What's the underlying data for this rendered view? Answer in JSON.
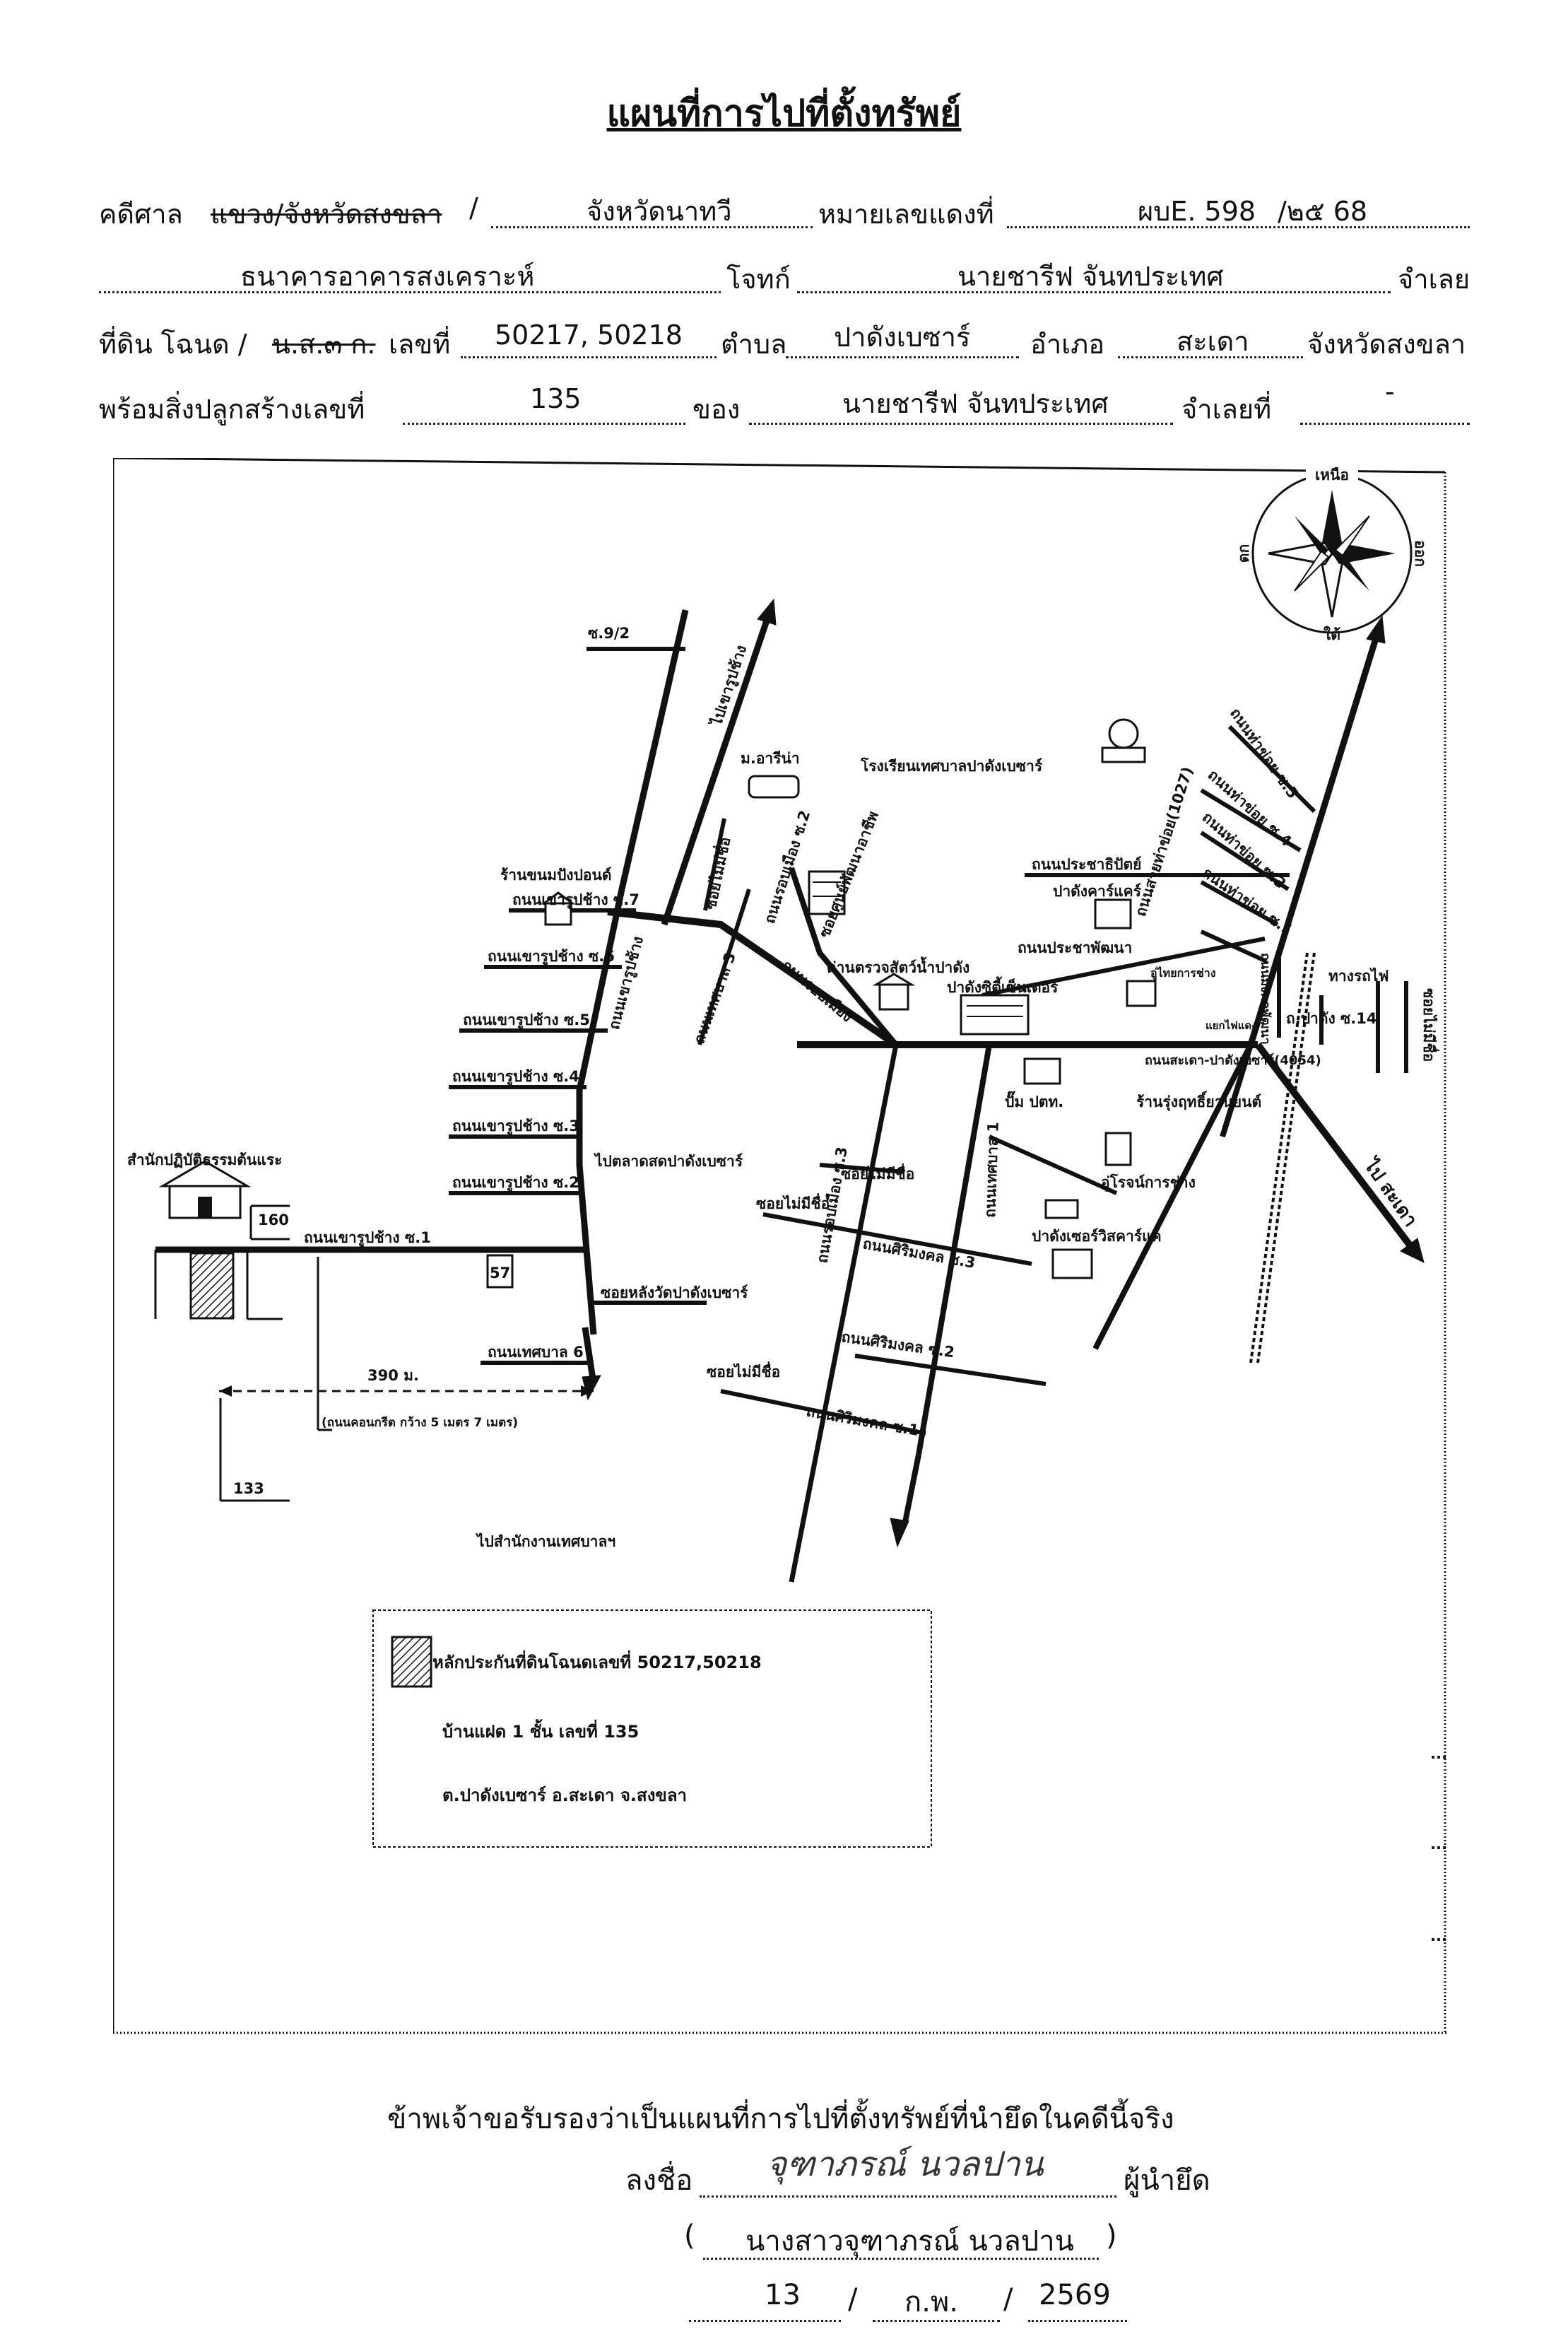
{
  "title": "แผนที่การไปที่ตั้งทรัพย์",
  "header": {
    "court_label": "คดีศาล",
    "court_struck": "แขวง/จังหวัดสงขลา",
    "slash": "/",
    "court_value": "จังหวัดนาทวี",
    "red_case_label": "หมายเลขแดงที่",
    "red_case_value": "ผบE. 598",
    "red_case_year": "/๒๕ 68",
    "plaintiff_value": "ธนาคารอาคารสงเคราะห์",
    "plaintiff_label": "โจทก์",
    "defendant_value": "นายชารีฟ จันทประเทศ",
    "defendant_label": "จำเลย",
    "land_label": "ที่ดิน โฉนด /",
    "land_struck": "น.ส.๓ ก.",
    "land_no_label": "เลขที่",
    "land_no_value": "50217, 50218",
    "subdistrict_label": "ตำบล",
    "subdistrict_value": "ปาดังเบซาร์",
    "district_label": "อำเภอ",
    "district_value": "สะเดา",
    "province_label": "จังหวัดสงขลา",
    "building_label": "พร้อมสิ่งปลูกสร้างเลขที่",
    "building_value": "135",
    "owner_label": "ของ",
    "owner_value": "นายชารีฟ จันทประเทศ",
    "defendant_no_label": "จำเลยที่",
    "defendant_no_value": "-"
  },
  "map": {
    "compass": {
      "north": "เหนือ",
      "south": "ใต้",
      "east": "ออก",
      "west": "ตก"
    },
    "labels": {
      "soi_9_2": "ซ.9/2",
      "to_khao_rup_chang": "ไปเขารูปช้าง",
      "m_arina": "ม.อารีน่า",
      "school": "โรงเรียนเทศบาลปาดังเบซาร์",
      "ban_khanom": "ร้านขนมปังปอนด์",
      "soi_mai_mi_chue": "ซอยไม่มีชื่อ",
      "rop_mueang_2": "ถนนรอบเมือง ซ.2",
      "soi_sunpatthana": "ซอยศูนย์พัฒนาอาชีพ",
      "khao_rup_chang_7": "ถนนเขารูปช้าง ซ.7",
      "khao_rup_chang_6": "ถนนเขารูปช้าง ซ.6",
      "khao_rup_chang_5": "ถนนเขารูปช้าง ซ.5",
      "khao_rup_chang_4": "ถนนเขารูปช้าง ซ.4",
      "khao_rup_chang_3": "ถนนเขารูปช้าง ซ.3",
      "khao_rup_chang_2": "ถนนเขารูปช้าง ซ.2",
      "khao_rup_chang_1": "ถนนเขารูปช้าง ซ.1",
      "khao_rup_chang_main": "ถนนเขารูปช้าง",
      "thetsaban_3": "ถนนเทศบาล 3",
      "rop_mueang": "ถนนรอบเมือง",
      "checkpoint": "ด่านตรวจสัตว์น้ำปาดัง",
      "padang_city_center": "ปาดังซิตี้เซ็นเตอร์",
      "to_market": "ไปตลาดสดปาดังเบซาร์",
      "office": "สำนักปฏิบัติธรรมต้นแระ",
      "n160": "160",
      "n57": "57",
      "behind_temple": "ซอยหลังวัดปาดังเบซาร์",
      "dist_390": "390 ม.",
      "thetsaban_6": "ถนนเทศบาล 6",
      "concrete_road": "(ถนนคอนกรีต กว้าง 5 เมตร 7 เมตร)",
      "n133": "133",
      "to_municipal_office": "ไปสำนักงานเทศบาลฯ",
      "rop_mueang_3": "ถนนรอบเมือง ซ.3",
      "thetsaban_1": "ถนนเทศบาล 1",
      "ptt": "ปั๊ม ปตท.",
      "rungruang": "ร้านรุ่งฤทธิ์ยานยนต์",
      "oo_rot": "อู่โรจน์การช่าง",
      "sirimongkol_3": "ถนนศิริมงคล ซ.3",
      "sirimongkol_2": "ถนนศิริมงคล ซ.2",
      "sirimongkol_1": "ถนนศิริมงคล ซ.1",
      "padang_service_car": "ปาดังเซอร์วิสคาร์แค",
      "sadao_padang": "ถนนสะเดา-ปาดังเบซาร์(4054)",
      "prachathipat": "ถนนประชาธิปัตย์",
      "padang_car_care": "ปาดังคาร์แคร์",
      "prachaphatthana": "ถนนประชาพัฒนา",
      "sai_tha_khoi": "ถนนสายท่าข่อย(1027)",
      "tha_khoi_5": "ถนนท่าข่อย ซ.5",
      "tha_khoi_4": "ถนนท่าข่อย ซ.4",
      "tha_khoi_3": "ถนนท่าข่อย ซ.3",
      "tha_khoi_1": "ถนนท่าข่อย ซ.1",
      "mongkon_phatthana": "ถนนมงคลพัฒนา",
      "railway": "ทางรถไฟ",
      "padang_14": "ถ.ปาดัง ซ.14",
      "to_sadao": "ไป สะเดา",
      "thai_pharma": "อู่ไทยการช่าง",
      "traffic_light": "แยกไฟแดง"
    },
    "legend": {
      "item1": "หลักประกันที่ดินโฉนดเลขที่ 50217,50218",
      "item2": "บ้านแฝด 1 ชั้น เลขที่ 135",
      "item3": "ต.ปาดังเบซาร์ อ.สะเดา จ.สงขลา"
    }
  },
  "footer": {
    "certify": "ข้าพเจ้าขอรับรองว่าเป็นแผนที่การไปที่ตั้งทรัพย์ที่นำยึดในคดีนี้จริง",
    "sign_label": "ลงชื่อ",
    "signature": "จุฑาภรณ์ นวลปาน",
    "seizer_label": "ผู้นำยึด",
    "printed_name": "นางสาวจุฑาภรณ์ นวลปาน",
    "open_paren": "(",
    "close_paren": ")",
    "date_day": "13",
    "date_month": "ก.พ.",
    "date_year": "2569",
    "date_sep": "/"
  }
}
